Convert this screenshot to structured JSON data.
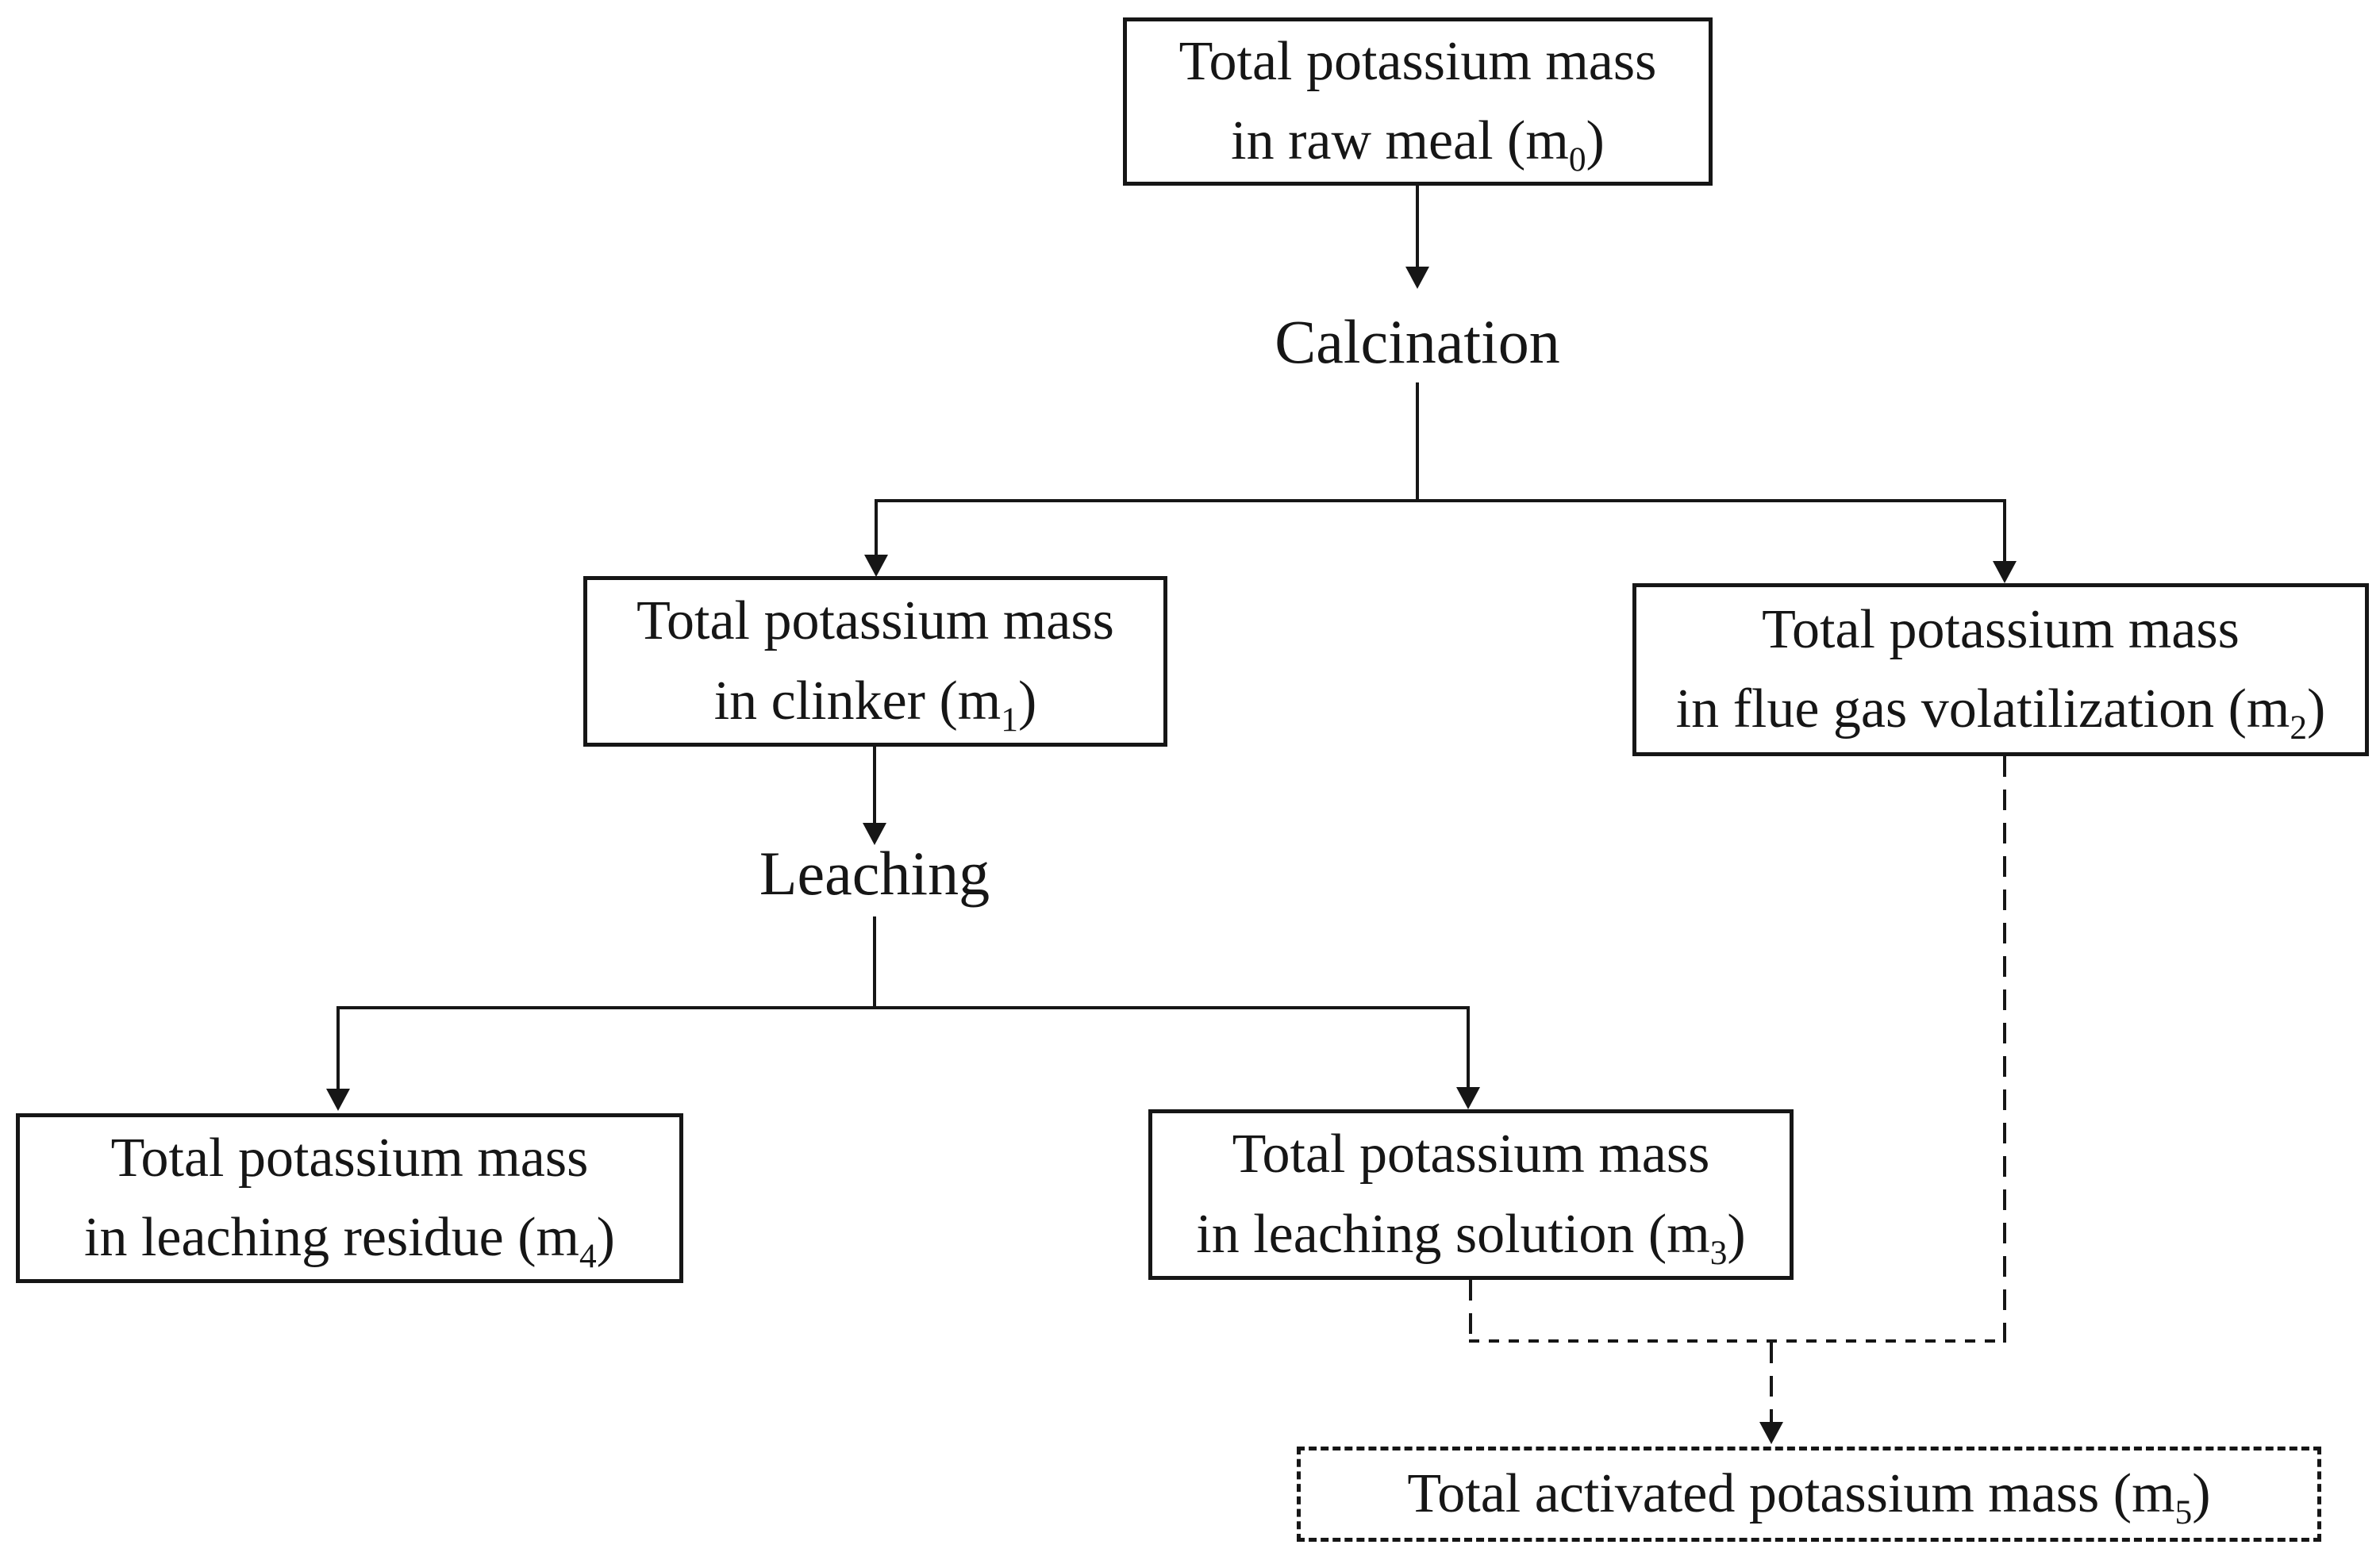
{
  "colors": {
    "ink": "#161616",
    "background": "#ffffff"
  },
  "nodes": {
    "m0": {
      "line1": "Total potassium mass",
      "line2_pre": "in raw meal (m",
      "sub": "0",
      "line2_post": ")"
    },
    "m1": {
      "line1": "Total potassium mass",
      "line2_pre": "in clinker (m",
      "sub": "1",
      "line2_post": ")"
    },
    "m2": {
      "line1": "Total potassium mass",
      "line2_pre": "in flue gas volatilization (m",
      "sub": "2",
      "line2_post": ")"
    },
    "m3": {
      "line1": "Total potassium mass",
      "line2_pre": "in leaching solution (m",
      "sub": "3",
      "line2_post": ")"
    },
    "m4": {
      "line1": "Total potassium mass",
      "line2_pre": "in leaching residue (m",
      "sub": "4",
      "line2_post": ")"
    },
    "m5": {
      "line_pre": "Total activated potassium mass (m",
      "sub": "5",
      "line_post": ")"
    }
  },
  "process_labels": {
    "calcination": "Calcination",
    "leaching": "Leaching"
  }
}
